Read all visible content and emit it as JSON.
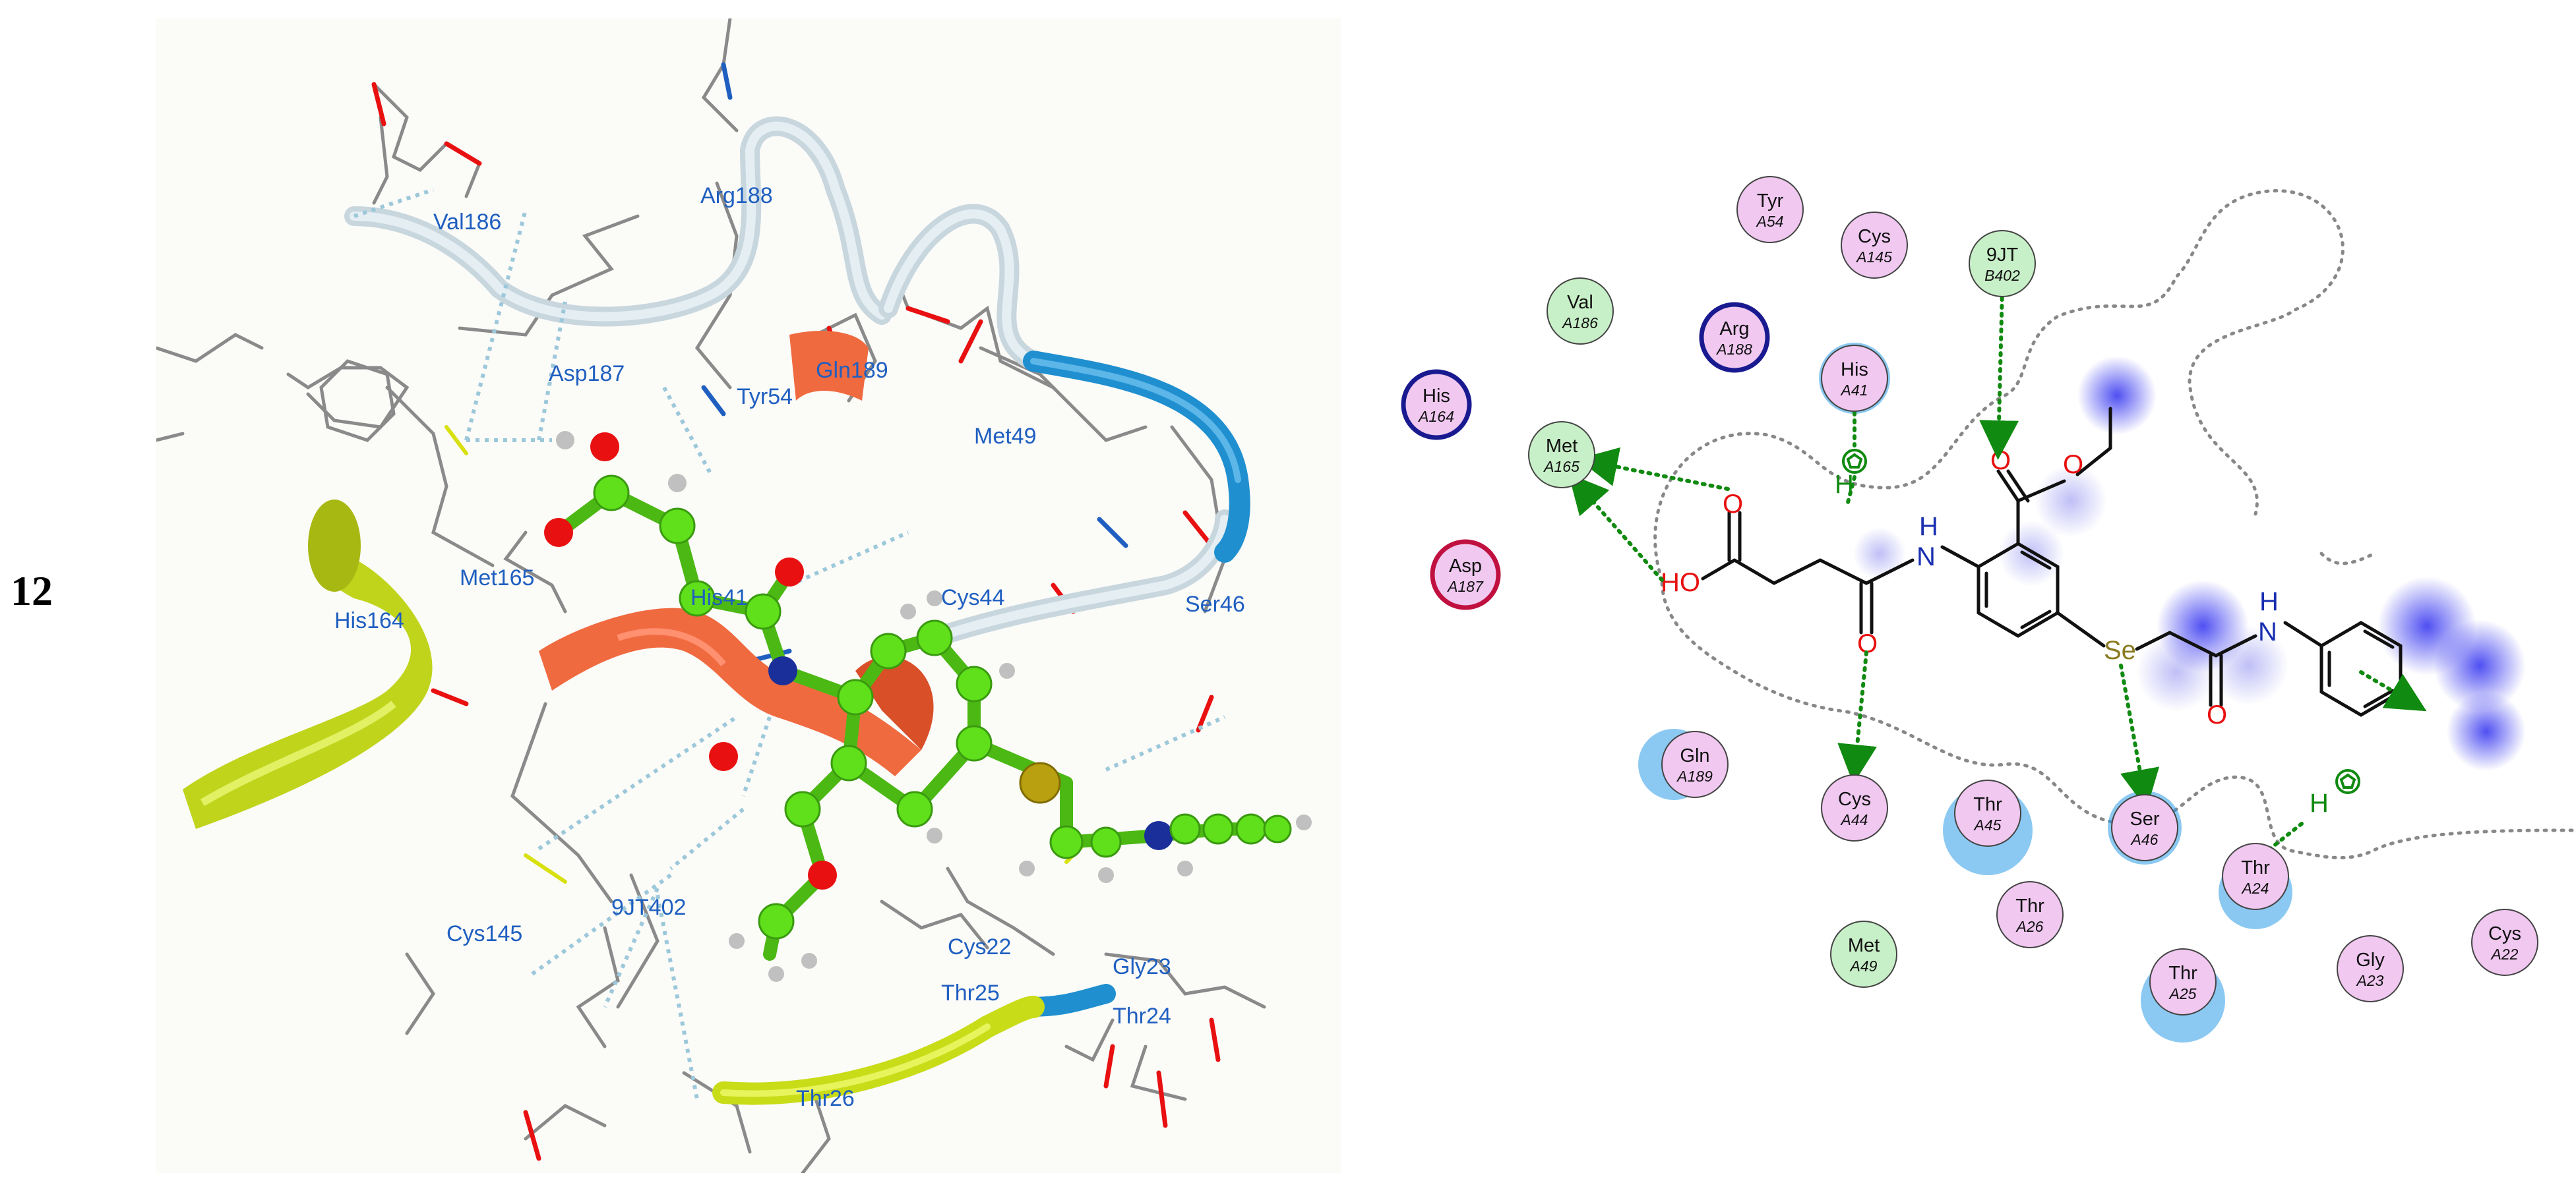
{
  "figure": {
    "number": "12"
  },
  "panel_3d": {
    "residue_labels": [
      {
        "id": "val186",
        "text": "Val186"
      },
      {
        "id": "arg188",
        "text": "Arg188"
      },
      {
        "id": "asp187",
        "text": "Asp187"
      },
      {
        "id": "tyr54",
        "text": "Tyr54"
      },
      {
        "id": "gln189",
        "text": "Gln189"
      },
      {
        "id": "met49",
        "text": "Met49"
      },
      {
        "id": "met165",
        "text": "Met165"
      },
      {
        "id": "his164",
        "text": "His164"
      },
      {
        "id": "his41",
        "text": "His41"
      },
      {
        "id": "cys44",
        "text": "Cys44"
      },
      {
        "id": "ser46",
        "text": "Ser46"
      },
      {
        "id": "cys145",
        "text": "Cys145"
      },
      {
        "id": "9jt402",
        "text": "9JT402"
      },
      {
        "id": "cys22",
        "text": "Cys22"
      },
      {
        "id": "gly23",
        "text": "Gly23"
      },
      {
        "id": "thr25",
        "text": "Thr25"
      },
      {
        "id": "thr24",
        "text": "Thr24"
      },
      {
        "id": "thr26",
        "text": "Thr26"
      }
    ],
    "colors": {
      "ligand_carbon": "#5fe01a",
      "oxygen": "#e81010",
      "nitrogen": "#1a2f9a",
      "selenium": "#b8a010",
      "hydrogen": "#c0c0c0",
      "helix": "#f06a40",
      "yellow_coil": "#c8dc18",
      "blue_coil": "#1f8fd0",
      "white_coil": "#d4e2ea",
      "hbond": "#9cc8da",
      "backbone": "#8a8a8a"
    }
  },
  "panel_2d": {
    "residues": [
      {
        "id": "tyr54",
        "name": "Tyr",
        "chain": "A54",
        "type": "polar"
      },
      {
        "id": "cys145",
        "name": "Cys",
        "chain": "A145",
        "type": "polar"
      },
      {
        "id": "9jt402",
        "name": "9JT",
        "chain": "B402",
        "type": "hydrophobic"
      },
      {
        "id": "val186",
        "name": "Val",
        "chain": "A186",
        "type": "hydrophobic"
      },
      {
        "id": "arg188",
        "name": "Arg",
        "chain": "A188",
        "type": "basic"
      },
      {
        "id": "his41",
        "name": "His",
        "chain": "A41",
        "type": "polar"
      },
      {
        "id": "his164",
        "name": "His",
        "chain": "A164",
        "type": "basic"
      },
      {
        "id": "met165",
        "name": "Met",
        "chain": "A165",
        "type": "hydrophobic"
      },
      {
        "id": "asp187",
        "name": "Asp",
        "chain": "A187",
        "type": "acidic"
      },
      {
        "id": "gln189",
        "name": "Gln",
        "chain": "A189",
        "type": "polar"
      },
      {
        "id": "cys44",
        "name": "Cys",
        "chain": "A44",
        "type": "polar"
      },
      {
        "id": "thr45",
        "name": "Thr",
        "chain": "A45",
        "type": "polar"
      },
      {
        "id": "ser46",
        "name": "Ser",
        "chain": "A46",
        "type": "polar"
      },
      {
        "id": "thr24",
        "name": "Thr",
        "chain": "A24",
        "type": "polar"
      },
      {
        "id": "thr26",
        "name": "Thr",
        "chain": "A26",
        "type": "polar"
      },
      {
        "id": "met49",
        "name": "Met",
        "chain": "A49",
        "type": "hydrophobic"
      },
      {
        "id": "thr25",
        "name": "Thr",
        "chain": "A25",
        "type": "polar"
      },
      {
        "id": "gly23",
        "name": "Gly",
        "chain": "A23",
        "type": "polar"
      },
      {
        "id": "cys22",
        "name": "Cys",
        "chain": "A22",
        "type": "polar"
      }
    ],
    "atom_labels": {
      "o_acid_top": "O",
      "ho_acid": "HO",
      "o_amide1": "O",
      "nh1_n": "N",
      "nh1_h": "H",
      "o_ester_carbonyl": "O",
      "o_ester_single": "O",
      "se": "Se",
      "nh2_n": "N",
      "nh2_h": "H",
      "o_amide2": "O",
      "h_his41": "H",
      "h_thr24": "H"
    },
    "colors": {
      "polar_fill": "#f0c8f0",
      "hydrophobic_fill": "#c8f0c8",
      "acidic_border": "#c01040",
      "basic_border": "#1a1a90",
      "hbond": "#108a10",
      "exposure": "#2c9ce8",
      "ligand_exposure": "#3636f0",
      "pocket_outline": "#888888"
    }
  }
}
